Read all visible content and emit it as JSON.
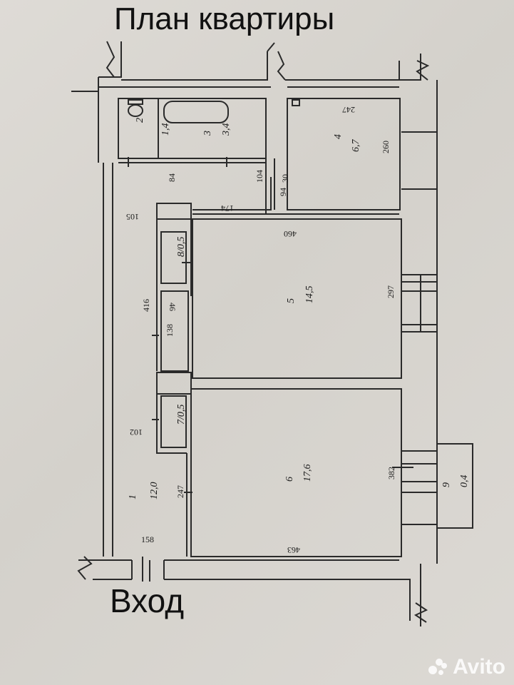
{
  "title": "План квартиры",
  "entry_label": "Вход",
  "watermark": "Avito",
  "colors": {
    "wall": "#2a2a2a",
    "paper": "#d9d6d1"
  },
  "rooms": [
    {
      "num": "1",
      "area": "12,0"
    },
    {
      "num": "2",
      "area": "1,4"
    },
    {
      "num": "3",
      "area": "3,4"
    },
    {
      "num": "4",
      "area": "6,7"
    },
    {
      "num": "5",
      "area": "14,5"
    },
    {
      "num": "6",
      "area": "17,6"
    },
    {
      "num": "7",
      "area": "0,5"
    },
    {
      "num": "8",
      "area": "0,5"
    },
    {
      "num": "9",
      "area": "0,4"
    }
  ],
  "dimensions": [
    "247",
    "260",
    "84",
    "104",
    "30",
    "94",
    "174",
    "105",
    "460",
    "416",
    "46",
    "138",
    "297",
    "102",
    "382",
    "247",
    "158",
    "463"
  ]
}
